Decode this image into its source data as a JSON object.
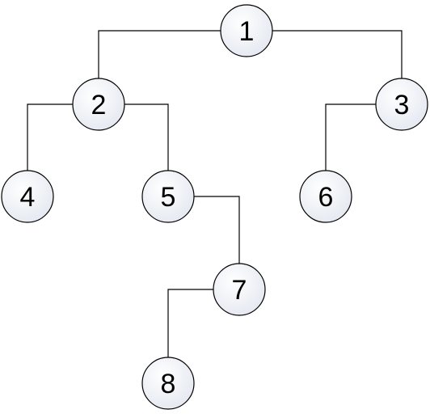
{
  "tree": {
    "nodes": [
      {
        "id": "1",
        "label": "1"
      },
      {
        "id": "2",
        "label": "2"
      },
      {
        "id": "3",
        "label": "3"
      },
      {
        "id": "4",
        "label": "4"
      },
      {
        "id": "5",
        "label": "5"
      },
      {
        "id": "6",
        "label": "6"
      },
      {
        "id": "7",
        "label": "7"
      },
      {
        "id": "8",
        "label": "8"
      }
    ],
    "edges": [
      {
        "from": "1",
        "to": "2"
      },
      {
        "from": "1",
        "to": "3"
      },
      {
        "from": "2",
        "to": "4"
      },
      {
        "from": "2",
        "to": "5"
      },
      {
        "from": "3",
        "to": "6"
      },
      {
        "from": "5",
        "to": "7"
      },
      {
        "from": "7",
        "to": "8"
      }
    ]
  },
  "colors": {
    "node_fill_light": "#ffffff",
    "node_fill_dark": "#e4e8f0",
    "stroke": "#000000"
  }
}
